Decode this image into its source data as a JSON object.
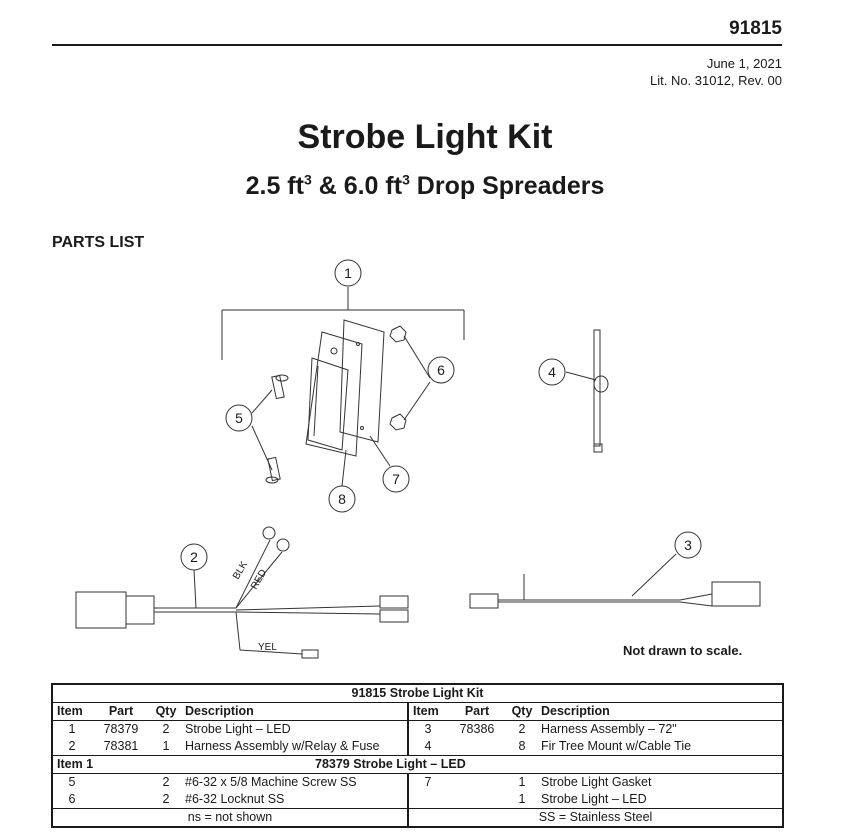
{
  "header": {
    "doc_number": "91815",
    "date": "June 1, 2021",
    "lit_no": "Lit. No. 31012, Rev. 00"
  },
  "title": "Strobe Light Kit",
  "subtitle": {
    "part1": "2.5 ft",
    "sup1": "3",
    "part2": " & 6.0 ft",
    "sup2": "3",
    "part3": " Drop Spreaders"
  },
  "section_heading": "PARTS LIST",
  "diagram": {
    "callouts": [
      "1",
      "2",
      "3",
      "4",
      "5",
      "6",
      "7",
      "8"
    ],
    "wire_labels": {
      "blk": "BLK",
      "red": "RED",
      "yel": "YEL"
    }
  },
  "scale_note": "Not drawn to scale.",
  "table": {
    "title": "91815  Strobe Light Kit",
    "headers": [
      "Item",
      "Part",
      "Qty",
      "Description",
      "Item",
      "Part",
      "Qty",
      "Description"
    ],
    "rows": [
      [
        "1",
        "78379",
        "2",
        "Strobe Light – LED",
        "3",
        "78386",
        "2",
        "Harness Assembly – 72\""
      ],
      [
        "2",
        "78381",
        "1",
        "Harness Assembly w/Relay & Fuse",
        "4",
        "",
        "8",
        "Fir Tree Mount w/Cable Tie"
      ]
    ],
    "sub_item": "Item 1",
    "sub_title": "78379  Strobe Light – LED",
    "sub_rows": [
      [
        "5",
        "",
        "2",
        "#6-32 x 5/8 Machine Screw SS",
        "7",
        "",
        "1",
        "Strobe Light Gasket"
      ],
      [
        "6",
        "",
        "2",
        "#6-32 Locknut SS",
        "",
        "",
        "1",
        "Strobe Light – LED"
      ]
    ],
    "footnote_left": "ns = not shown",
    "footnote_right": "SS = Stainless Steel"
  },
  "colors": {
    "ink": "#1a1a1a",
    "line": "#333333"
  }
}
